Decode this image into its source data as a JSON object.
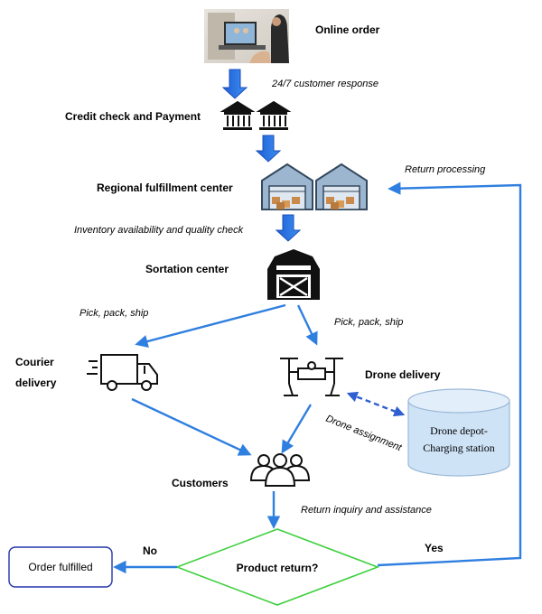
{
  "nodes": {
    "online_order": "Online order",
    "credit_check": "Credit check and Payment",
    "regional_center": "Regional fulfillment center",
    "sortation_center": "Sortation center",
    "courier_line1": "Courier",
    "courier_line2": "delivery",
    "drone_delivery": "Drone delivery",
    "drone_depot_line1": "Drone depot-",
    "drone_depot_line2": "Charging station",
    "customers": "Customers",
    "product_return": "Product return?",
    "order_fulfilled": "Order fulfilled"
  },
  "edges": {
    "customer_response": "24/7 customer response",
    "return_processing": "Return processing",
    "inventory_check": "Inventory availability and quality check",
    "pick_pack_ship_left": "Pick, pack, ship",
    "pick_pack_ship_right": "Pick, pack, ship",
    "drone_assignment": "Drone assignment",
    "return_inquiry": "Return inquiry and assistance",
    "no": "No",
    "yes": "Yes"
  },
  "colors": {
    "flow_arrow": "#2f7fe0",
    "diamond_border": "#3ecf3e",
    "fulfilled_border": "#2233aa",
    "cylinder_fill": "#cfe3f7"
  },
  "icons": {
    "online_order": "laptop-video-call-photo-icon",
    "credit_check": "bank-building-icon",
    "regional_center": "warehouse-icon",
    "sortation_center": "barn-icon",
    "courier": "delivery-truck-icon",
    "drone": "drone-icon",
    "customers": "people-group-icon"
  }
}
